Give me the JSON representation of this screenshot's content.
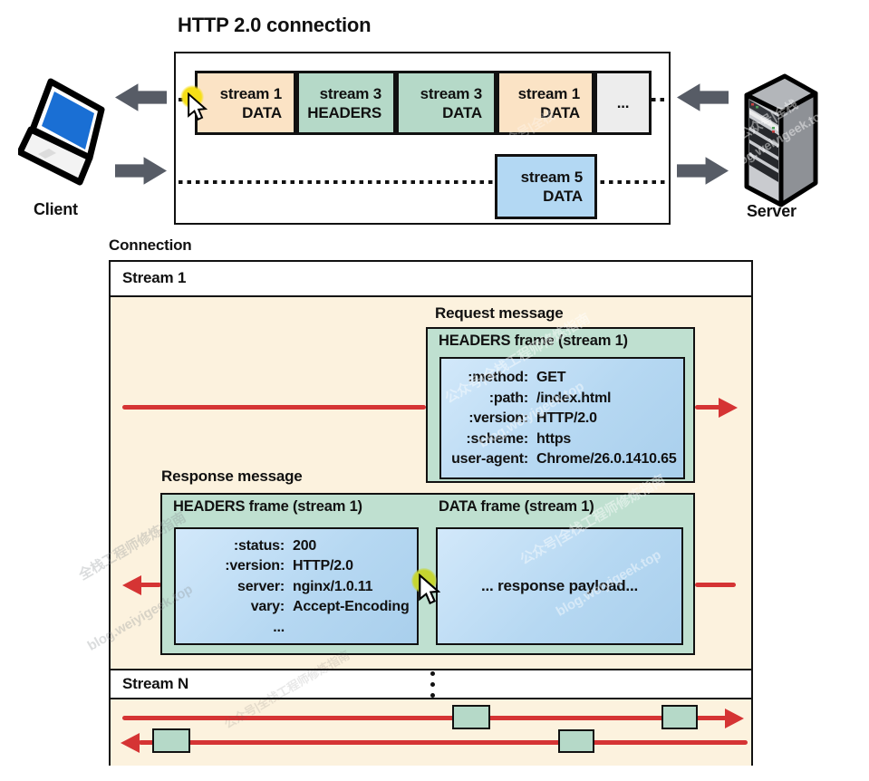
{
  "top": {
    "title": "HTTP 2.0 connection",
    "client_label": "Client",
    "server_label": "Server",
    "frames": [
      {
        "line1": "stream 1",
        "line2": "DATA"
      },
      {
        "line1": "stream 3",
        "line2": "HEADERS"
      },
      {
        "line1": "stream 3",
        "line2": "DATA"
      },
      {
        "line1": "stream 1",
        "line2": "DATA"
      },
      {
        "line1": "...",
        "line2": ""
      }
    ],
    "stream5": {
      "line1": "stream 5",
      "line2": "DATA"
    }
  },
  "bottom": {
    "connection_label": "Connection",
    "stream1_label": "Stream 1",
    "streamN_label": "Stream N",
    "request": {
      "label": "Request message",
      "frame_title": "HEADERS frame (stream 1)",
      "headers": [
        {
          "key": ":method:",
          "value": "GET"
        },
        {
          "key": ":path:",
          "value": "/index.html"
        },
        {
          "key": ":version:",
          "value": "HTTP/2.0"
        },
        {
          "key": ":scheme:",
          "value": "https"
        },
        {
          "key": "user-agent:",
          "value": "Chrome/26.0.1410.65"
        }
      ]
    },
    "response": {
      "label": "Response message",
      "headers_frame_title": "HEADERS frame (stream 1)",
      "data_frame_title": "DATA frame (stream 1)",
      "headers": [
        {
          "key": ":status:",
          "value": "200"
        },
        {
          "key": ":version:",
          "value": "HTTP/2.0"
        },
        {
          "key": "server:",
          "value": "nginx/1.0.11"
        },
        {
          "key": "vary:",
          "value": "Accept-Encoding"
        },
        {
          "key": "...",
          "value": ""
        }
      ],
      "payload_text": "... response payload..."
    }
  },
  "icons": {
    "client": "laptop-icon",
    "server": "tower-server-icon",
    "cursor": "mouse-pointer-icon"
  },
  "colors": {
    "frame_peach": "#fbe3c5",
    "frame_green": "#b5d9c8",
    "frame_blue": "#b3d8f3",
    "frame_gray": "#ededed",
    "panel_green": "#bfe0d0",
    "panel_blue": "#b6d8f2",
    "stream_bg_cream": "#fcf2de",
    "line_red": "#d53434",
    "block_arrow_gray": "#575c66",
    "cursor_yellow": "#f6df17",
    "cursor_green": "#c6d530",
    "outline_black": "#111111"
  },
  "watermarks": [
    {
      "text": "公众号|全栈"
    },
    {
      "text": "公众号|全栈"
    },
    {
      "text": "blog.weiyigeek.top"
    },
    {
      "text": "公众号|全栈工程师修炼指南"
    },
    {
      "text": "blog.weiyigeek.top"
    },
    {
      "text": "公众号|全栈工程师修炼指南"
    },
    {
      "text": "blog.weiyigeek.top"
    },
    {
      "text": "全栈工程师修炼指南"
    },
    {
      "text": "blog.weiyigeek.top"
    },
    {
      "text": "公众号|全栈工程师修炼指南"
    }
  ]
}
